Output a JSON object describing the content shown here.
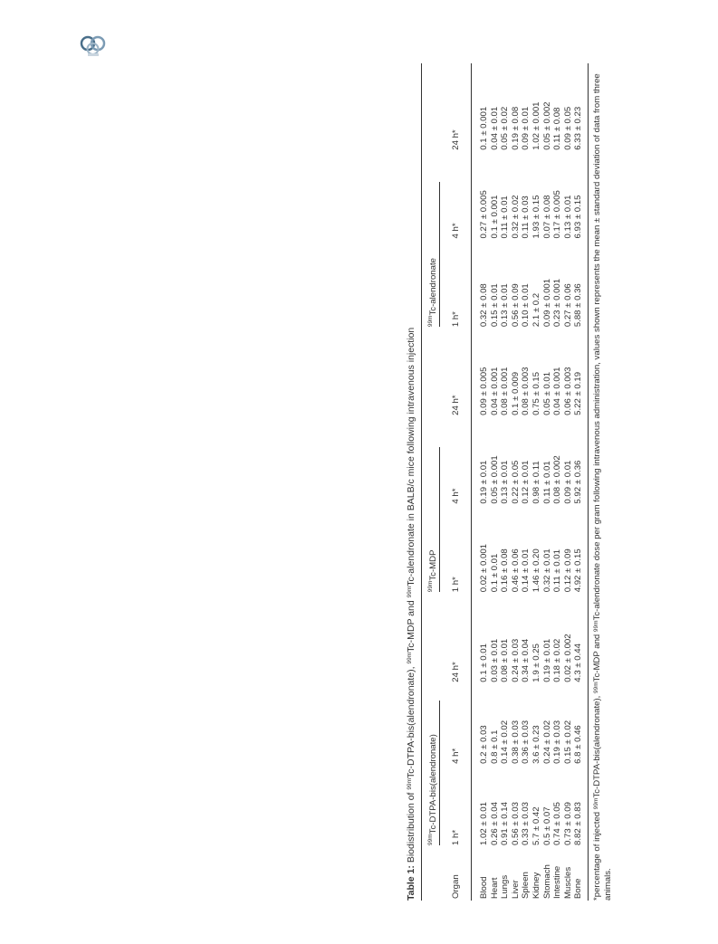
{
  "caption": {
    "label": "Table 1:",
    "text_parts": [
      "Biodistribution of ",
      "99m",
      "Tc-DTPA-bis(alendronate), ",
      "99m",
      "Tc-MDP and ",
      "99m",
      "Tc-alendronate in BALB/c mice following intravenous injection"
    ]
  },
  "table": {
    "organ_header": "Organ",
    "groups": [
      {
        "sup": "99m",
        "name": "Tc-DTPA-bis(alendronate)"
      },
      {
        "sup": "99m",
        "name": "Tc-MDP"
      },
      {
        "sup": "99m",
        "name": "Tc-alendronate"
      }
    ],
    "time_headers": [
      "1 h*",
      "4 h*",
      "24 h*",
      "1 h*",
      "4 h*",
      "24 h*",
      "1 h*",
      "4 h*",
      "24 h*"
    ],
    "rows": [
      {
        "organ": "Blood",
        "values": [
          "1.02 ± 0.01",
          "0.2 ± 0.03",
          "0.1 ± 0.01",
          "0.02 ± 0.001",
          "0.19 ± 0.01",
          "0.09 ± 0.005",
          "0.32 ± 0.08",
          "0.27 ± 0.005",
          "0.1 ± 0.001"
        ]
      },
      {
        "organ": "Heart",
        "values": [
          "0.26 ± 0.04",
          "0.8 ± 0.1",
          "0.03 ± 0.01",
          "0.1 ± 0.01",
          "0.05 ± 0.001",
          "0.04 ± 0.001",
          "0.15 ± 0.01",
          "0.1 ± 0.001",
          "0.04 ± 0.01"
        ]
      },
      {
        "organ": "Lungs",
        "values": [
          "0.91 ± 0.14",
          "0.14 ± 0.02",
          "0.08 ± 0.01",
          "0.16 ± 0.08",
          "0.13 ± 0.01",
          "0.08 ± 0.001",
          "0.13 ± 0.01",
          "0.11 ± 0.01",
          "0.05 ± 0.02"
        ]
      },
      {
        "organ": "Liver",
        "values": [
          "0.56 ± 0.03",
          "0.38 ± 0.03",
          "0.24 ± 0.03",
          "0.46 ± 0.06",
          "0.22 ± 0.05",
          "0.1 ± 0.009",
          "0.56 ± 0.09",
          "0.32 ± 0.02",
          "0.19 ± 0.08"
        ]
      },
      {
        "organ": "Spleen",
        "values": [
          "0.33 ± 0.03",
          "0.36 ± 0.03",
          "0.34 ± 0.04",
          "0.14 ± 0.01",
          "0.12 ± 0.01",
          "0.08 ± 0.003",
          "0.10 ± 0.01",
          "0.11 ± 0.03",
          "0.09 ± 0.01"
        ]
      },
      {
        "organ": "Kidney",
        "values": [
          "5.7 ± 0.42",
          "3.6 ± 0.23",
          "1.9 ± 0.25",
          "1.46 ± 0.20",
          "0.98 ± 0.11",
          "0.75 ± 0.15",
          "2.1 ± 0.2",
          "1.93 ± 0.15",
          "1.02 ± 0.001"
        ]
      },
      {
        "organ": "Stomach",
        "values": [
          "0.5 ± 0.07",
          "0.24 ± 0.02",
          "0.19 ± 0.01",
          "0.32 ± 0.01",
          "0.11 ± 0.01",
          "0.05 ± 0.01",
          "0.09 ± 0.001",
          "0.07 ± 0.08",
          "0.05 ± 0.002"
        ]
      },
      {
        "organ": "Intestine",
        "values": [
          "0.74 ± 0.05",
          "0.19 ± 0.03",
          "0.18 ± 0.02",
          "0.11 ± 0.01",
          "0.08 ± 0.002",
          "0.04 ± 0.001",
          "0.23 ± 0.001",
          "0.17 ± 0.005",
          "0.11 ± 0.08"
        ]
      },
      {
        "organ": "Muscles",
        "values": [
          "0.73 ± 0.09",
          "0.15 ± 0.02",
          "0.02 ± 0.002",
          "0.12 ± 0.09",
          "0.09 ± 0.01",
          "0.06 ± 0.003",
          "0.27 ± 0.06",
          "0.13 ± 0.01",
          "0.09 ± 0.05"
        ]
      },
      {
        "organ": "Bone",
        "values": [
          "8.82 ± 0.83",
          "6.8 ± 0.46",
          "4.3 ± 0.44",
          "4.92 ± 0.15",
          "5.92 ± 0.36",
          "5.22 ± 0.19",
          "5.88 ± 0.36",
          "6.93 ± 0.15",
          "6.33 ± 0.23"
        ]
      }
    ]
  },
  "footnote": {
    "parts": [
      "*percentage of injected ",
      "99m",
      "Tc-DTPA-bis(alendronate), ",
      "99m",
      "Tc-MDP and ",
      "99m",
      "Tc-alendronate dose per gram following intravenous administration, values shown represents the mean ± standard deviation of data from three animals."
    ]
  }
}
